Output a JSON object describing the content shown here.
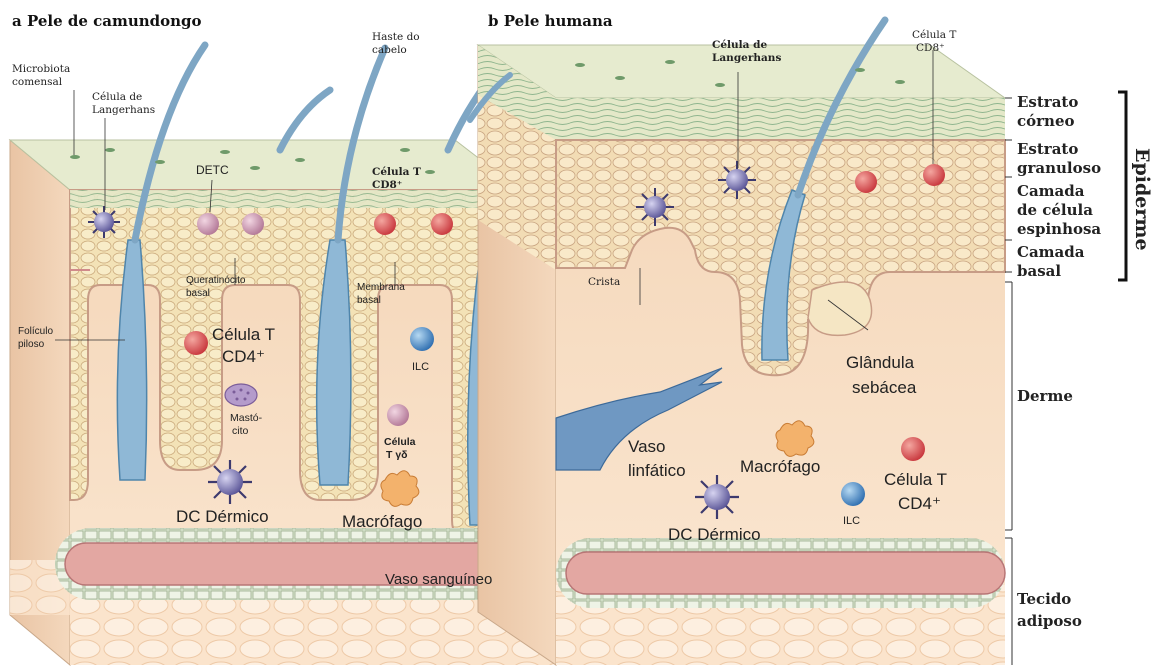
{
  "panels": {
    "a": {
      "letter": "a",
      "title": "Pele de camundongo"
    },
    "b": {
      "letter": "b",
      "title": "Pele humana"
    }
  },
  "labels_a": {
    "microbiota": [
      "Microbiota",
      "comensal"
    ],
    "langerhans": [
      "Célula de",
      "Langerhans"
    ],
    "haste": [
      "Haste do",
      "cabelo"
    ],
    "detc": "DETC",
    "cd8": [
      "Célula T",
      "CD8⁺"
    ],
    "queratinocito": [
      "Queratinócito",
      "basal"
    ],
    "membrana": [
      "Membrana",
      "basal"
    ],
    "foliculo": [
      "Folículo",
      "piloso"
    ],
    "cd4": [
      "Célula T",
      "CD4⁺"
    ],
    "ilc": "ILC",
    "mastocito": [
      "Mastó-",
      "cito"
    ],
    "tgd": [
      "Célula",
      "T γδ"
    ],
    "dc": "DC Dérmico",
    "macrofago": "Macrófago",
    "vaso_sanguineo": "Vaso sanguíneo"
  },
  "labels_b": {
    "langerhans": [
      "Célula de",
      "Langerhans"
    ],
    "cd8": [
      "Célula T",
      "CD8⁺"
    ],
    "crista": "Crista",
    "glandula": [
      "Glândula",
      "sebácea"
    ],
    "vaso_linfatico": [
      "Vaso",
      "linfático"
    ],
    "macrofago": "Macrófago",
    "cd4": [
      "Célula T",
      "CD4⁺"
    ],
    "ilc": "ILC",
    "dc": "DC Dérmico"
  },
  "layers": {
    "estrato_corneo": [
      "Estrato",
      "córneo"
    ],
    "estrato_granuloso": [
      "Estrato",
      "granuloso"
    ],
    "camada_espinhosa": [
      "Camada",
      "de célula",
      "espinhosa"
    ],
    "camada_basal": [
      "Camada",
      "basal"
    ],
    "epiderme": "Epiderme",
    "derme": "Derme",
    "tecido": [
      "Tecido",
      "adiposo"
    ]
  },
  "colors": {
    "dermis": "#f6d9bd",
    "epidermis": "#f3e3b9",
    "corneum": "#e2e6c6",
    "follicle": "#9fc3da",
    "vessel": "#e0a3a0",
    "cd8_cell": "#d8464a",
    "ilc_cell": "#3c88c8",
    "langerhans": "#7b78b8",
    "mast": "#9c7fb0",
    "macrophage": "#f0b070",
    "detc": "#d9a2b8"
  }
}
